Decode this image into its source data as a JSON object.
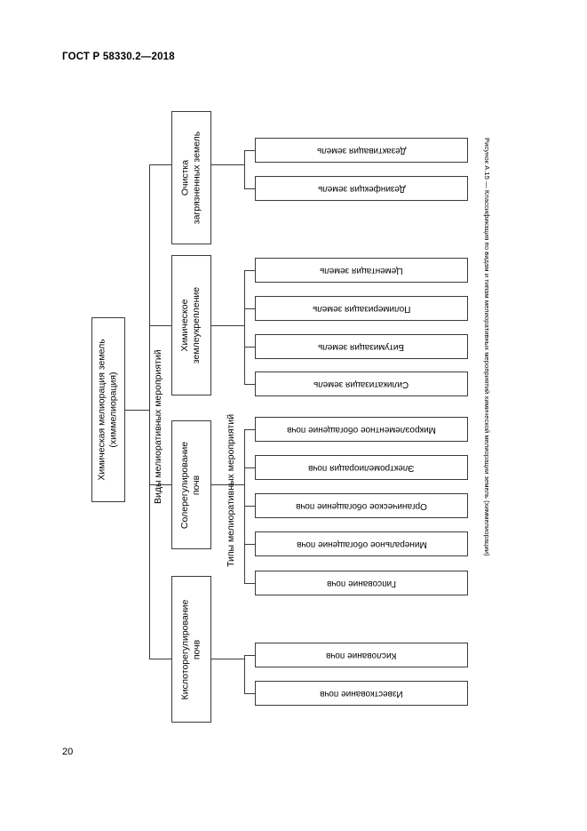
{
  "document": {
    "header": "ГОСТ Р 58330.2—2018",
    "page_number": "20",
    "figure_caption": "Рисунок А.15 — Классификация по видам и типам мелиоративных мероприятий химической мелиорации земель (химмелиорации)"
  },
  "diagram": {
    "root": {
      "label": "Химическая мелиорация земель (химмелиорация)",
      "line1": "Химическая мелиорация земель",
      "line2": "(химмелиорация)"
    },
    "level_labels": {
      "kinds": "Виды мелиоративных мероприятий",
      "types": "Типы мелиоративных мероприятий"
    },
    "categories": [
      {
        "id": "cleaning",
        "line1": "Очистка",
        "line2": "загрязненных земель",
        "label": "Очистка загрязненных земель",
        "children": [
          {
            "label": "Дезактивация земель"
          },
          {
            "label": "Дезинфекция земель"
          }
        ]
      },
      {
        "id": "soil-strengthening",
        "line1": "Химическое",
        "line2": "землеукрепление",
        "label": "Химическое землеукрепление",
        "children": [
          {
            "label": "Цементация земель"
          },
          {
            "label": "Полимеризация земель"
          },
          {
            "label": "Битумизация земель"
          },
          {
            "label": "Силикатизация земель"
          }
        ]
      },
      {
        "id": "salt-regulation",
        "line1": "Солерегулирование",
        "line2": "почв",
        "label": "Солерегулирование почв",
        "children": [
          {
            "label": "Микроэлементное обогащение почв"
          },
          {
            "label": "Электромелиорация почв"
          },
          {
            "label": "Органическое обогащение почв"
          },
          {
            "label": "Минеральное обогащение почв"
          },
          {
            "label": "Гипсование почв"
          }
        ]
      },
      {
        "id": "acidity-regulation",
        "line1": "Кислоторегулирование",
        "line2": "почв",
        "label": "Кислоторегулирование почв",
        "children": [
          {
            "label": "Кислование почв"
          },
          {
            "label": "Известкование почв"
          }
        ]
      }
    ]
  },
  "colors": {
    "stroke": "#3a3a3a",
    "text": "#000000",
    "background": "#ffffff"
  }
}
